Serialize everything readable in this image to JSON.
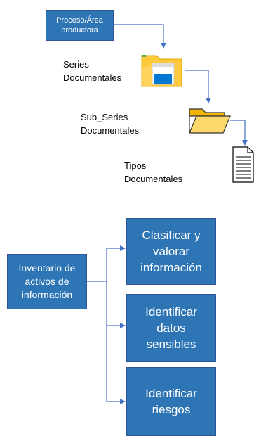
{
  "colors": {
    "box_fill": "#2e75b6",
    "box_border": "#2f5597",
    "connector": "#4472c4",
    "folder_yellow": "#ffc83d"
  },
  "hierarchy": {
    "root": "Proceso/Área\nproductora",
    "series_label": "Series\nDocumentales",
    "subseries_label": "Sub_Series\nDocumentales",
    "tipos_label": "Tipos\nDocumentales",
    "icons": [
      "folder-with-document-icon",
      "open-folder-icon",
      "document-icon"
    ]
  },
  "process": {
    "source": "Inventario de\nactivos de\ninformación",
    "targets": [
      "Clasificar y\nvalorar\ninformación",
      "Identificar\ndatos\nsensibles",
      "Identificar\nriesgos"
    ]
  }
}
